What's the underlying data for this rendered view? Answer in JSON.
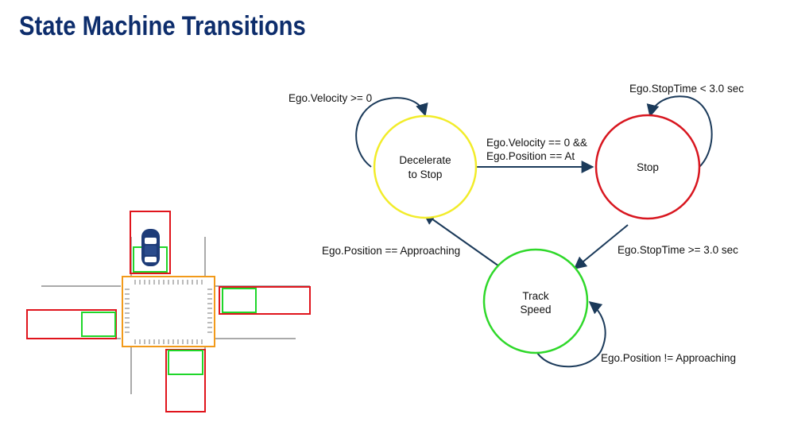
{
  "slide": {
    "title": "State Machine Transitions"
  },
  "colors": {
    "title": "#0d2d6c",
    "decelerate_state": "#f2ec2a",
    "stop_state": "#d8161f",
    "track_state": "#2fd82a",
    "arrow": "#1b3a5a",
    "intersection_box": "#f29a1a",
    "detection_box_red": "#e0141c",
    "detection_box_green": "#1fd62a",
    "ego_car": "#1d3b78"
  },
  "states": {
    "decelerate": {
      "line1": "Decelerate",
      "line2": "to Stop"
    },
    "stop": {
      "line1": "Stop"
    },
    "track": {
      "line1": "Track",
      "line2": "Speed"
    }
  },
  "transitions": {
    "decel_self": "Ego.Velocity >= 0",
    "decel_to_stop_line1": "Ego.Velocity == 0 &&",
    "decel_to_stop_line2": "Ego.Position == At",
    "stop_self": "Ego.StopTime < 3.0 sec",
    "stop_to_track": "Ego.StopTime >= 3.0 sec",
    "track_to_decel": "Ego.Position == Approaching",
    "track_self": "Ego.Position != Approaching"
  }
}
